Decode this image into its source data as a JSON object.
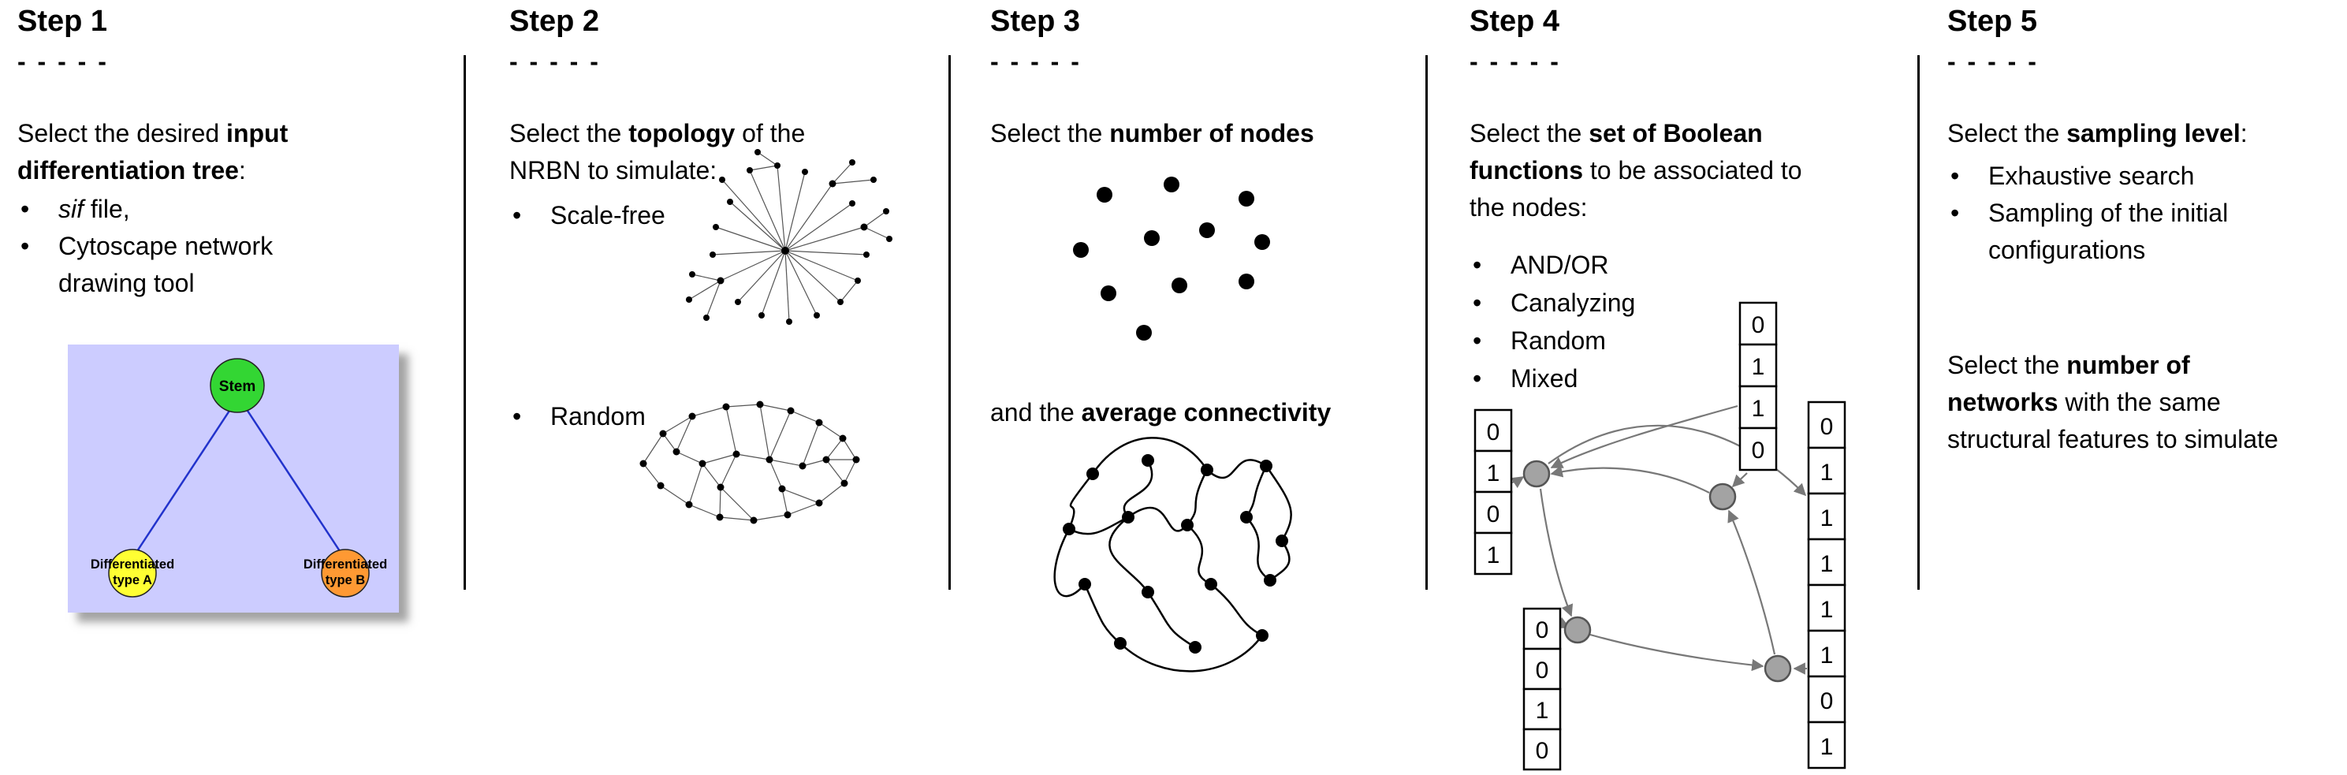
{
  "ui": {
    "bullet": "•",
    "dashes": "- - - - -"
  },
  "colors": {
    "tree_bg": "#ccccff",
    "stem_fill": "#33d633",
    "type_a_fill": "#ffff33",
    "type_b_fill": "#ff9933",
    "tree_edge": "#2233cc",
    "boolean_node_fill": "#a3a3a3",
    "arrow_gray": "#787878"
  },
  "steps": {
    "s1": {
      "title": "Step 1",
      "intro": {
        "l1a": "Select the desired ",
        "l1b": "input",
        "l2a": "differentiation tree",
        "l2b": ":"
      },
      "bullet1_italic": "sif",
      "bullet1_rest": " file,",
      "bullet2_l1": "Cytoscape network",
      "bullet2_l2": "drawing tool",
      "tree": {
        "root": "Stem",
        "left_l1": "Differentiated",
        "left_l2": "type A",
        "right_l1": "Differentiated",
        "right_l2": "type B"
      }
    },
    "s2": {
      "title": "Step 2",
      "intro": {
        "l1a": "Select the ",
        "l1b": "topology",
        "l1c": " of the",
        "l2": "NRBN to simulate:"
      },
      "bullet1": "Scale-free",
      "bullet2": "Random"
    },
    "s3": {
      "title": "Step 3",
      "intro": {
        "a": "Select the ",
        "b": "number of nodes"
      },
      "second": {
        "a": "and the ",
        "b": "average connectivity"
      }
    },
    "s4": {
      "title": "Step 4",
      "intro": {
        "l1a": "Select the ",
        "l1b": "set of Boolean",
        "l2a": "functions",
        "l2b": " to be associated to",
        "l3": "the nodes:"
      },
      "bullets": [
        "AND/OR",
        "Canalyzing",
        "Random",
        "Mixed"
      ],
      "tables": {
        "left": [
          "0",
          "1",
          "0",
          "1"
        ],
        "top": [
          "0",
          "1",
          "1",
          "0"
        ],
        "bottom": [
          "0",
          "0",
          "1",
          "0"
        ],
        "right": [
          "0",
          "1",
          "1",
          "1",
          "1",
          "1",
          "0",
          "1"
        ]
      }
    },
    "s5": {
      "title": "Step 5",
      "intro": {
        "l1a": "Select the ",
        "l1b": "sampling level",
        "l1c": ":"
      },
      "bullet1": "Exhaustive search",
      "bullet2_l1": "Sampling of the initial",
      "bullet2_l2": "configurations",
      "second": {
        "l1a": "Select the ",
        "l1b": "number of",
        "l2a": "networks",
        "l2b": " with the same",
        "l3": "structural features to simulate"
      }
    }
  }
}
